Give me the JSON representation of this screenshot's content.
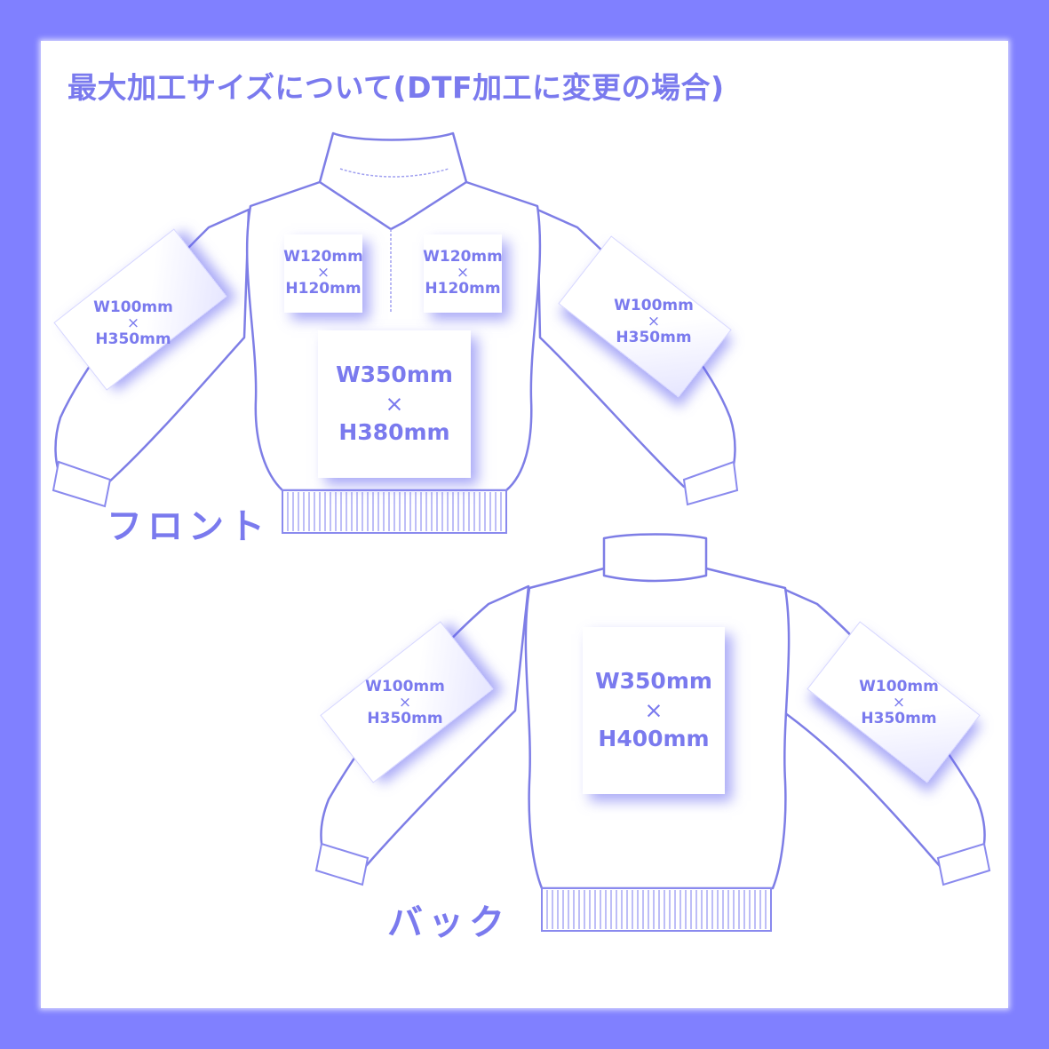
{
  "title": "最大加工サイズについて(DTF加工に変更の場合)",
  "views": {
    "front": {
      "label": "フロント"
    },
    "back": {
      "label": "バック"
    }
  },
  "zones": {
    "front_left_sleeve": {
      "line1": "W100mm",
      "sep": "×",
      "line2": "H350mm"
    },
    "front_left_chest": {
      "line1": "W120mm",
      "sep": "×",
      "line2": "H120mm"
    },
    "front_right_chest": {
      "line1": "W120mm",
      "sep": "×",
      "line2": "H120mm"
    },
    "front_right_sleeve": {
      "line1": "W100mm",
      "sep": "×",
      "line2": "H350mm"
    },
    "front_body": {
      "line1": "W350mm",
      "sep": "×",
      "line2": "H380mm"
    },
    "back_left_sleeve": {
      "line1": "W100mm",
      "sep": "×",
      "line2": "H350mm"
    },
    "back_body": {
      "line1": "W350mm",
      "sep": "×",
      "line2": "H400mm"
    },
    "back_right_sleeve": {
      "line1": "W100mm",
      "sep": "×",
      "line2": "H350mm"
    }
  },
  "colors": {
    "background": "#8080ff",
    "accent_text": "#7a7aee",
    "panel": "#ffffff"
  }
}
